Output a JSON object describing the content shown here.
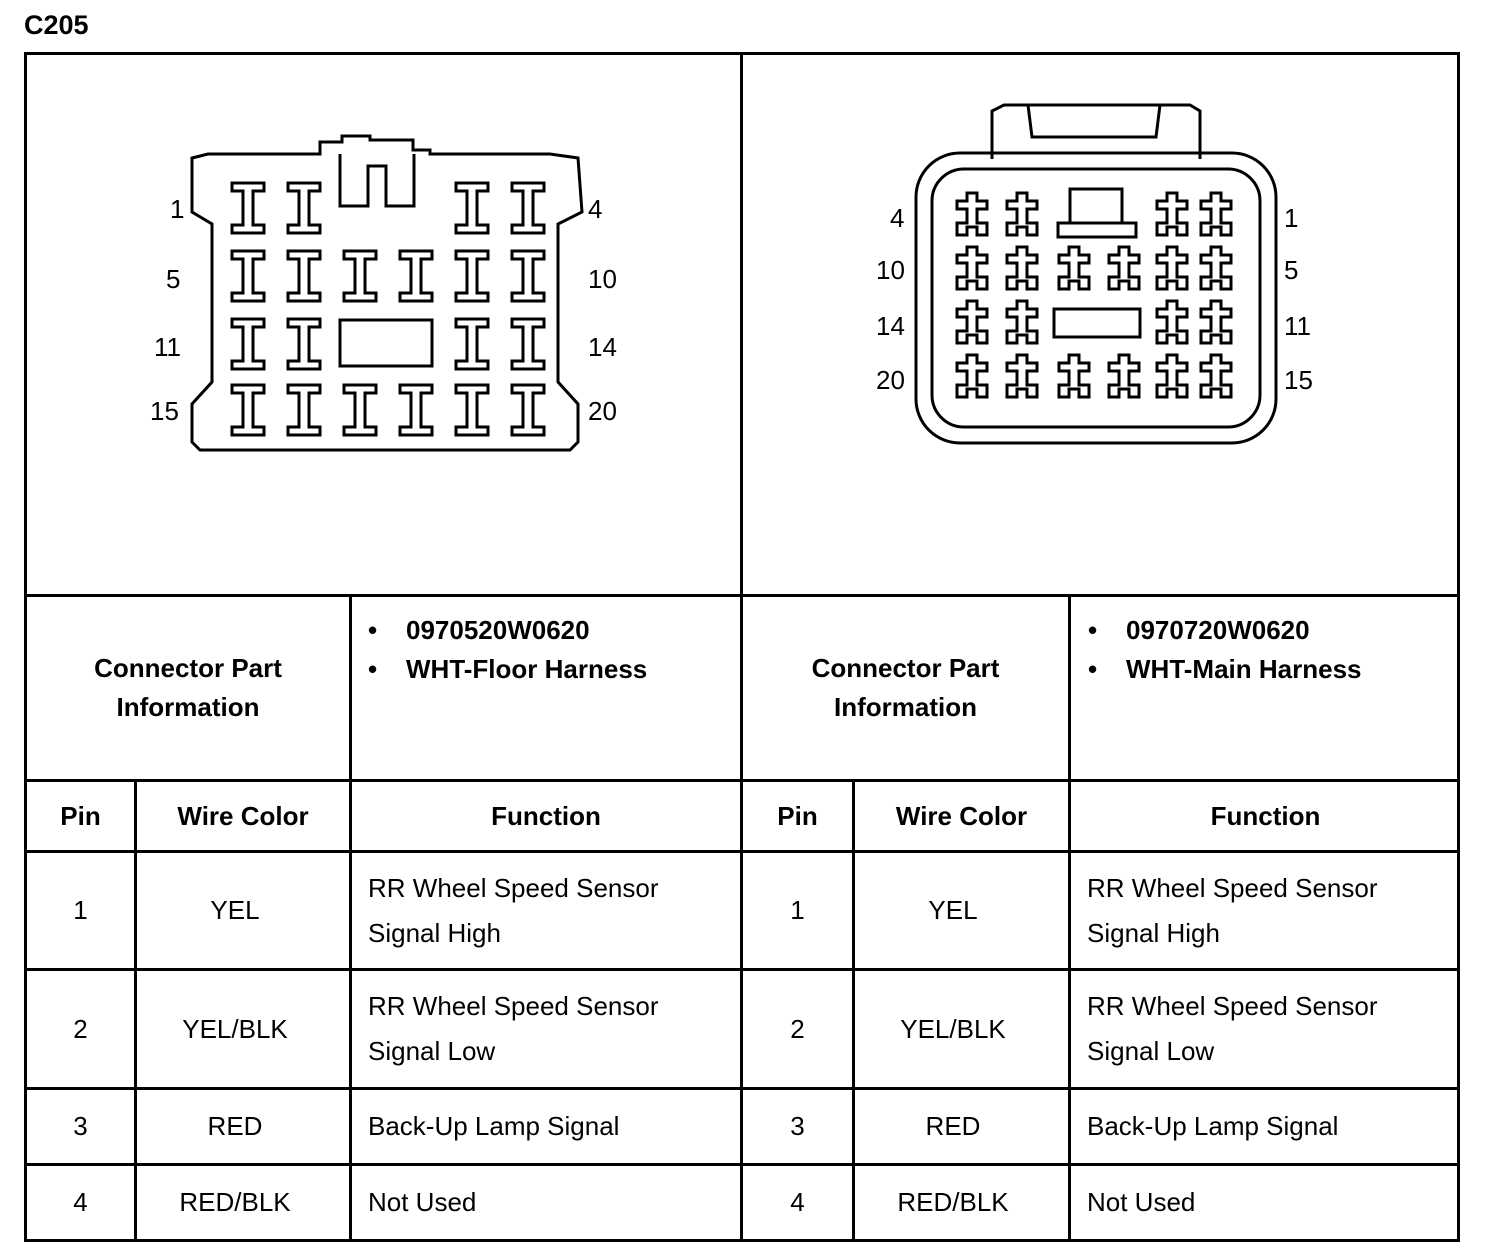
{
  "connector_id": "C205",
  "left_connector": {
    "pin_labels": {
      "top_left": "1",
      "top_right": "4",
      "row2_left": "5",
      "row2_right": "10",
      "row3_left": "11",
      "row3_right": "14",
      "row4_left": "15",
      "row4_right": "20"
    }
  },
  "right_connector": {
    "pin_labels": {
      "top_left": "4",
      "top_right": "1",
      "row2_left": "10",
      "row2_right": "5",
      "row3_left": "14",
      "row3_right": "11",
      "row4_left": "20",
      "row4_right": "15"
    }
  },
  "part_info": {
    "left": {
      "heading": "Connector Part Information",
      "bullet": "•",
      "part_number": "0970520W0620",
      "description": "WHT-Floor Harness"
    },
    "right": {
      "heading": "Connector Part Information",
      "bullet": "•",
      "part_number": "0970720W0620",
      "description": "WHT-Main Harness"
    }
  },
  "columns": {
    "pin": "Pin",
    "wire_color": "Wire Color",
    "function": "Function"
  },
  "rows": [
    {
      "pin": "1",
      "wire_color": "YEL",
      "function_line1": "RR Wheel Speed Sensor",
      "function_line2": "Signal High"
    },
    {
      "pin": "2",
      "wire_color": "YEL/BLK",
      "function_line1": "RR Wheel Speed Sensor",
      "function_line2": "Signal Low"
    },
    {
      "pin": "3",
      "wire_color": "RED",
      "function_line1": "Back-Up Lamp Signal",
      "function_line2": ""
    },
    {
      "pin": "4",
      "wire_color": "RED/BLK",
      "function_line1": "Not Used",
      "function_line2": ""
    }
  ]
}
